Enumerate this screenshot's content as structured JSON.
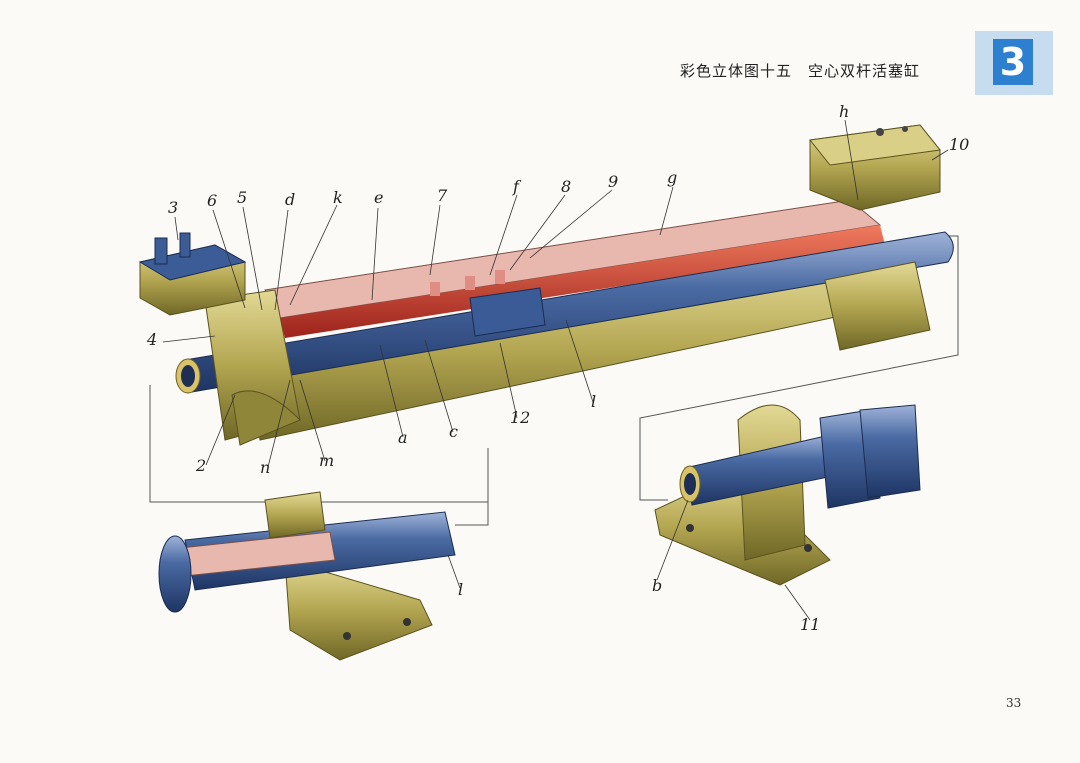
{
  "caption": "彩色立体图十五　空心双杆活塞缸",
  "section_badge": "3",
  "page_number": "33",
  "labels": {
    "n3": "3",
    "n6": "6",
    "n5": "5",
    "d": "d",
    "k": "k",
    "e": "e",
    "n7": "7",
    "f": "f",
    "n8": "8",
    "n9": "9",
    "g": "g",
    "h": "h",
    "n10": "10",
    "n4": "4",
    "n2": "2",
    "n": "n",
    "m": "m",
    "a": "a",
    "c": "c",
    "n12": "12",
    "l_main": "l",
    "l_detail": "l",
    "b": "b",
    "n11": "11"
  },
  "colors": {
    "rod_blue": "#2d4d83",
    "rod_highlight": "#7f9bc9",
    "brass": "#a79a45",
    "brass_light": "#d9cf86",
    "oil_red": "#c6372a",
    "section_pink": "#e8b7ad",
    "badge_blue": "#2d7fd0"
  }
}
